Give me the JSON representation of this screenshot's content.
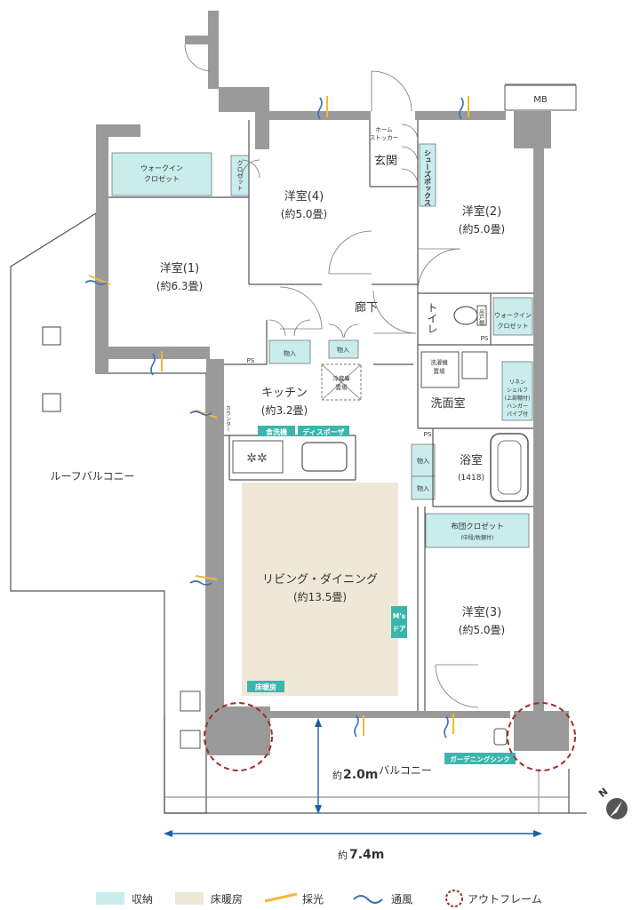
{
  "rooms": {
    "western4": {
      "name": "洋室(4)",
      "size": "(約5.0畳)"
    },
    "western2": {
      "name": "洋室(2)",
      "size": "(約5.0畳)"
    },
    "western1": {
      "name": "洋室(1)",
      "size": "(約6.3畳)"
    },
    "western3": {
      "name": "洋室(3)",
      "size": "(約5.0畳)"
    },
    "entrance": "玄関",
    "corridor": "廊下",
    "toilet": "トイレ",
    "kitchen": {
      "name": "キッチン",
      "size": "(約3.2畳)"
    },
    "washroom": "洗面室",
    "bath": {
      "name": "浴室",
      "size": "(1418)"
    },
    "living": {
      "name": "リビング・ダイニング",
      "size": "(約13.5畳)"
    },
    "roof_balcony": "ルーフバルコニー",
    "balcony": "バルコニー"
  },
  "labels": {
    "mb": "MB",
    "ps1": "PS",
    "ps2": "PS",
    "ps3": "PS",
    "home_stocker": "ホーム\nストッカー",
    "shoes_box": "シューズボックス",
    "walkin1": "ウォークイン\nクロゼット",
    "walkin2": "ウォークイン\nクロゼット",
    "closet": "クロゼット",
    "storage1": "物入",
    "storage2": "物入",
    "storage3": "物入",
    "storage4": "物入",
    "fridge": "冷蔵庫\n置場",
    "counter": "カウンター",
    "laundry": "洗濯機\n置場",
    "linen": "リネン\nシェルフ\n(上部棚付)\n上部棚付\nハンガー\nパイプ付",
    "futon_closet": "布団クロゼット",
    "futon_sub": "(中段/枕棚付)",
    "toilet_shelf": "吊戸棚"
  },
  "tags": {
    "dishwasher": "食洗機",
    "disposer": "ディスポーザ",
    "floor_heating": "床暖房",
    "ms_door": "M's\nドア",
    "gardening_sink": "ガーデニングシンク"
  },
  "dimensions": {
    "depth_prefix": "約",
    "depth_value": "2.0m",
    "width_prefix": "約",
    "width_value": "7.4m"
  },
  "compass": "N",
  "legend": [
    {
      "label": "収納",
      "color": "#c9ecec"
    },
    {
      "label": "床暖房",
      "color": "#efe8d8"
    },
    {
      "label": "採光",
      "color": "#f4b63c"
    },
    {
      "label": "通風",
      "color": "#3a6fb8"
    },
    {
      "label": "アウトフレーム",
      "color": "#a32b2b"
    }
  ]
}
